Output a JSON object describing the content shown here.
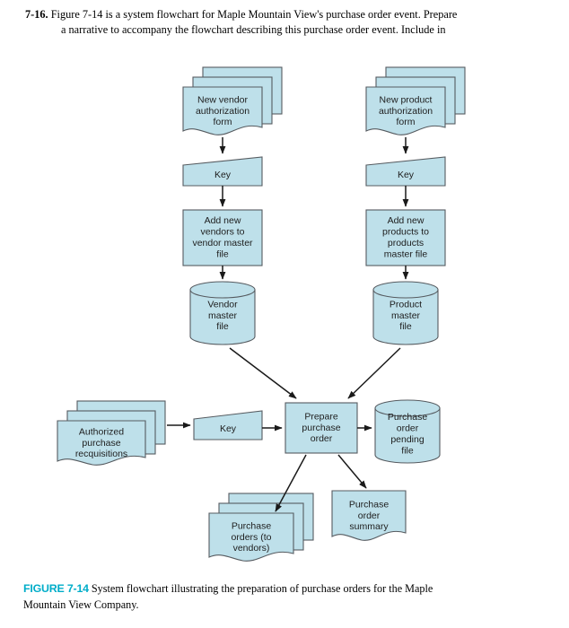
{
  "problem": {
    "number": "7-16.",
    "line1": "Figure 7-14 is a system flowchart for Maple Mountain View's purchase order event. Prepare",
    "line2": "a narrative to accompany the flowchart describing this purchase order event. Include in"
  },
  "caption": {
    "figure_number": "FIGURE 7-14",
    "line1": "System flowchart illustrating the preparation of purchase orders for the Maple",
    "line2": "Mountain View Company.",
    "accent_color": "#00ADC9"
  },
  "colors": {
    "shape_fill": "#BEE0EA",
    "shape_stroke": "#565B60",
    "arrow": "#1a1a1a",
    "text": "#1d1d1d"
  },
  "chart_data": {
    "type": "flowchart",
    "title": "System flowchart illustrating the preparation of purchase orders for the Maple Mountain View Company.",
    "nodes": [
      {
        "id": "new-vendor-form",
        "shape": "document-stack",
        "label": "New vendor\nauthorization\nform",
        "lines": [
          "New vendor",
          "authorization",
          "form"
        ]
      },
      {
        "id": "key-vendor",
        "shape": "manual-input",
        "label": "Key",
        "lines": [
          "Key"
        ]
      },
      {
        "id": "add-new-vendors",
        "shape": "process",
        "label": "Add new vendors to vendor master file",
        "lines": [
          "Add new",
          "vendors to",
          "vendor master",
          "file"
        ]
      },
      {
        "id": "vendor-master-file",
        "shape": "cylinder",
        "label": "Vendor master file",
        "lines": [
          "Vendor",
          "master",
          "file"
        ]
      },
      {
        "id": "new-product-form",
        "shape": "document-stack",
        "label": "New product authorization form",
        "lines": [
          "New product",
          "authorization",
          "form"
        ]
      },
      {
        "id": "key-product",
        "shape": "manual-input",
        "label": "Key",
        "lines": [
          "Key"
        ]
      },
      {
        "id": "add-new-products",
        "shape": "process",
        "label": "Add new products to products master file",
        "lines": [
          "Add new",
          "products to",
          "products",
          "master file"
        ]
      },
      {
        "id": "product-master-file",
        "shape": "cylinder",
        "label": "Product master file",
        "lines": [
          "Product",
          "master",
          "file"
        ]
      },
      {
        "id": "authorized-requisitions",
        "shape": "document-stack",
        "label": "Authorized purchase recquisitions",
        "lines": [
          "Authorized",
          "purchase",
          "recquisitions"
        ]
      },
      {
        "id": "key-requisition",
        "shape": "manual-input",
        "label": "Key",
        "lines": [
          "Key"
        ]
      },
      {
        "id": "prepare-purchase-order",
        "shape": "process",
        "label": "Prepare purchase order",
        "lines": [
          "Prepare",
          "purchase",
          "order"
        ]
      },
      {
        "id": "po-pending-file",
        "shape": "cylinder",
        "label": "Purchase order pending file",
        "lines": [
          "Purchase",
          "order",
          "pending",
          "file"
        ]
      },
      {
        "id": "purchase-orders",
        "shape": "document-stack",
        "label": "Purchase orders (to vendors)",
        "lines": [
          "Purchase",
          "orders (to",
          "vendors)"
        ]
      },
      {
        "id": "po-summary",
        "shape": "document",
        "label": "Purchase order summary",
        "lines": [
          "Purchase",
          "order",
          "summary"
        ]
      }
    ],
    "edges": [
      {
        "from": "new-vendor-form",
        "to": "key-vendor"
      },
      {
        "from": "key-vendor",
        "to": "add-new-vendors"
      },
      {
        "from": "add-new-vendors",
        "to": "vendor-master-file"
      },
      {
        "from": "new-product-form",
        "to": "key-product"
      },
      {
        "from": "key-product",
        "to": "add-new-products"
      },
      {
        "from": "add-new-products",
        "to": "product-master-file"
      },
      {
        "from": "vendor-master-file",
        "to": "prepare-purchase-order"
      },
      {
        "from": "product-master-file",
        "to": "prepare-purchase-order"
      },
      {
        "from": "authorized-requisitions",
        "to": "key-requisition"
      },
      {
        "from": "key-requisition",
        "to": "prepare-purchase-order"
      },
      {
        "from": "prepare-purchase-order",
        "to": "po-pending-file"
      },
      {
        "from": "prepare-purchase-order",
        "to": "purchase-orders"
      },
      {
        "from": "prepare-purchase-order",
        "to": "po-summary"
      }
    ]
  }
}
